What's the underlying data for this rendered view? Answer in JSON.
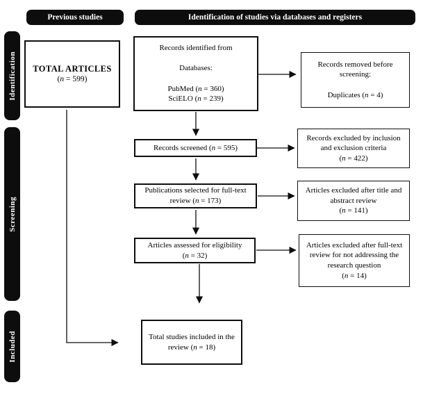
{
  "headers": {
    "previous_studies": "Previous studies",
    "identification_via": "Identification of studies via databases and registers"
  },
  "sidebar": {
    "stages": [
      {
        "label": "Identification"
      },
      {
        "label": "Screening"
      },
      {
        "label": "Included"
      }
    ]
  },
  "boxes": {
    "total_articles": {
      "title": "TOTAL ARTICLES",
      "count_lines": [
        "(n = 599)"
      ]
    },
    "records_identified": {
      "lines": [
        "Records identified from",
        "",
        "Databases:",
        "",
        "PubMed (n = 360)",
        "SciELO (n = 239)"
      ]
    },
    "records_removed": {
      "lines": [
        "Records removed before",
        "screening:",
        "",
        "Duplicates (n = 4)"
      ]
    },
    "records_screened": {
      "lines": [
        "Records screened (n = 595)"
      ]
    },
    "records_excluded": {
      "lines": [
        "Records excluded by inclusion",
        "and exclusion criteria",
        "(n = 422)"
      ]
    },
    "publications_selected": {
      "lines": [
        "Publications selected for full-text",
        "review (n = 173)"
      ]
    },
    "articles_excluded_title": {
      "lines": [
        "Articles excluded after title and",
        "abstract review",
        "(n = 141)"
      ]
    },
    "articles_assessed": {
      "lines": [
        "Articles assessed for eligibility",
        "(n = 32)"
      ]
    },
    "articles_excluded_fulltext": {
      "lines": [
        "Articles excluded after full-text",
        "review for not addressing the",
        "research question",
        "(n = 14)"
      ]
    },
    "total_studies": {
      "lines": [
        "Total studies included in the",
        "review (n = 18)"
      ]
    }
  },
  "colors": {
    "header_bg": "#0d0d0d",
    "box_border": "#0d0d0d",
    "background": "#ffffff",
    "arrow": "#0d0d0d"
  }
}
